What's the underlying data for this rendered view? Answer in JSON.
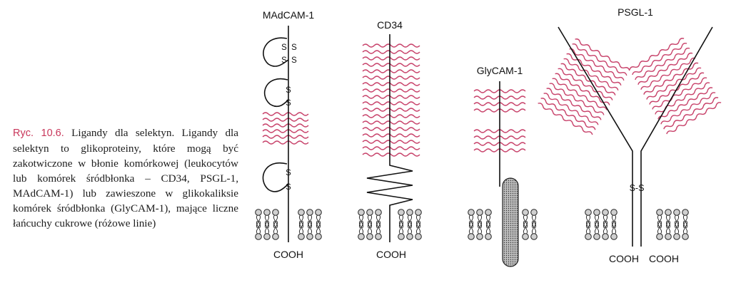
{
  "caption": {
    "label": "Ryc. 10.6.",
    "text": "Ligandy dla selektyn. Ligandy dla selektyn to glikoproteiny, które mogą być zakotwiczone w błonie komórkowej (leukocytów lub komórek śródbłonka – CD34, PSGL-1, MAdCAM-1) lub zawieszone w glikokaliksie komórek śródbłonka (GlyCAM-1), mające liczne łańcuchy cukrowe (różowe linie)"
  },
  "molecules": {
    "madcam": {
      "name": "MAdCAM-1",
      "bond1": "S",
      "bond2": "S",
      "bond3": "S",
      "bond4": "S",
      "bond5": "S",
      "bond6": "S",
      "bond7": "S",
      "bond8": "S",
      "terminus": "COOH"
    },
    "cd34": {
      "name": "CD34",
      "terminus": "COOH"
    },
    "glycam": {
      "name": "GlyCAM-1"
    },
    "psgl": {
      "name": "PSGL-1",
      "bond": "S-S",
      "terminus_left": "COOH",
      "terminus_right": "COOH"
    }
  },
  "colors": {
    "sugar_chains": "#c8436b",
    "caption_label": "#c8365a",
    "ink": "#111111"
  }
}
